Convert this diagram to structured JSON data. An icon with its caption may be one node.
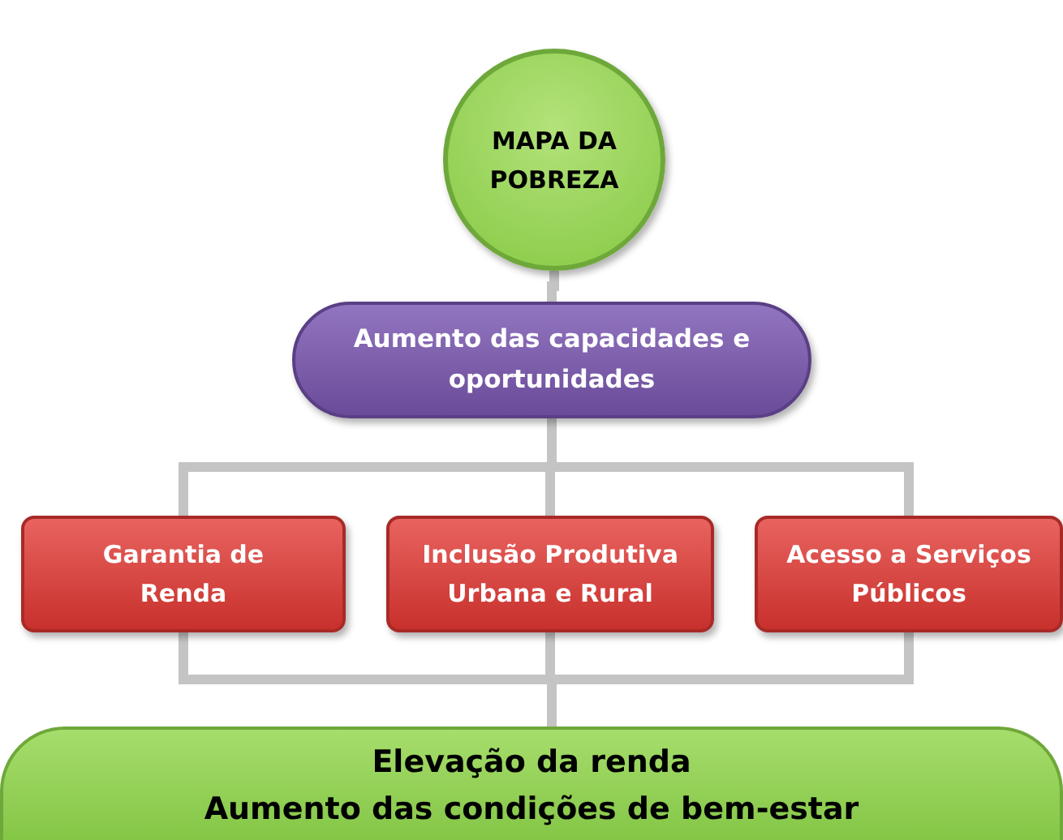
{
  "diagram": {
    "nodes": [
      {
        "text": [
          "MAPA DA POBREZA"
        ]
      },
      {
        "text": [
          "Aumento das capacidades e oportunidades"
        ]
      },
      {
        "text": [
          "Garantia de Renda"
        ]
      },
      {
        "text": [
          "Inclusão Produtiva Urbana e Rural"
        ]
      },
      {
        "text": [
          "Acesso a Serviços Públicos"
        ]
      },
      {
        "text": [
          "Elevação da renda",
          "Aumento das condições de bem-estar"
        ]
      }
    ],
    "edges": [
      {
        "from": 0,
        "to": 1,
        "arrow": "none"
      },
      {
        "from": 1,
        "to": 2,
        "arrow": "none"
      },
      {
        "from": 1,
        "to": 3,
        "arrow": "none"
      },
      {
        "from": 1,
        "to": 4,
        "arrow": "none"
      },
      {
        "from": 2,
        "to": 5,
        "arrow": "none"
      },
      {
        "from": 3,
        "to": 5,
        "arrow": "none"
      },
      {
        "from": 4,
        "to": 5,
        "arrow": "none"
      }
    ]
  }
}
